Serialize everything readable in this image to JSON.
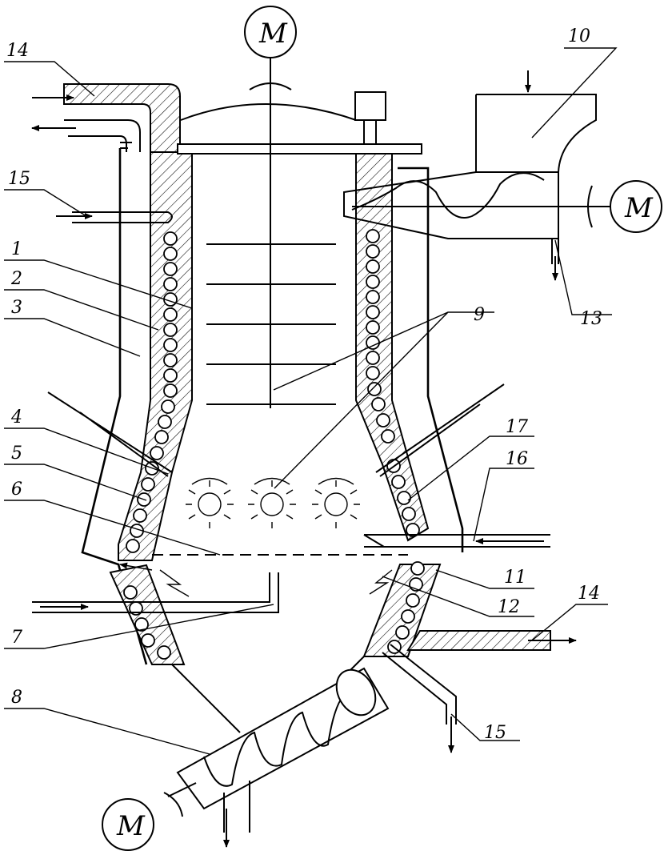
{
  "callouts": {
    "c1": "1",
    "c2": "2",
    "c3": "3",
    "c4": "4",
    "c5": "5",
    "c6": "6",
    "c7": "7",
    "c8": "8",
    "c9": "9",
    "c10": "10",
    "c11": "11",
    "c12": "12",
    "c13": "13",
    "c14_top": "14",
    "c14_right": "14",
    "c15_top": "15",
    "c15_bottom": "15",
    "c16": "16",
    "c17": "17"
  },
  "motors": {
    "top": "M",
    "right": "M",
    "bottom": "M"
  },
  "colors": {
    "ink": "#000000",
    "paper": "#ffffff"
  }
}
